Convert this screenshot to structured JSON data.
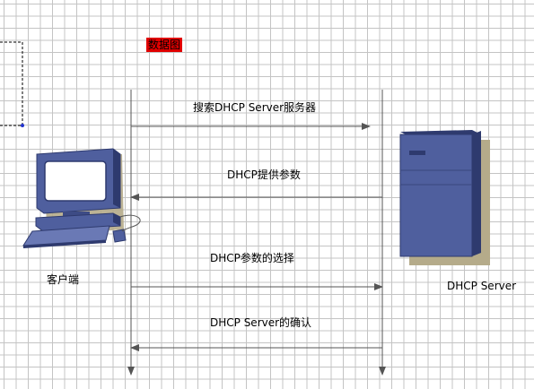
{
  "badge": {
    "text": "数据图",
    "color": "#e00000"
  },
  "messages": [
    {
      "text": "搜索DHCP Server服务器",
      "direction": "client-to-server"
    },
    {
      "text": "DHCP提供参数",
      "direction": "server-to-client"
    },
    {
      "text": "DHCP参数的选择",
      "direction": "client-to-server"
    },
    {
      "text": "DHCP Server的确认",
      "direction": "server-to-client"
    }
  ],
  "client": {
    "label": "客户端",
    "icon": "desktop-computer-icon"
  },
  "server": {
    "label": "DHCP Server",
    "icon": "server-tower-icon"
  },
  "colors": {
    "device_fill": "#4f5f9e",
    "device_dark": "#2e3a6e",
    "device_shadow": "#b5ab8a",
    "line": "#555555"
  }
}
